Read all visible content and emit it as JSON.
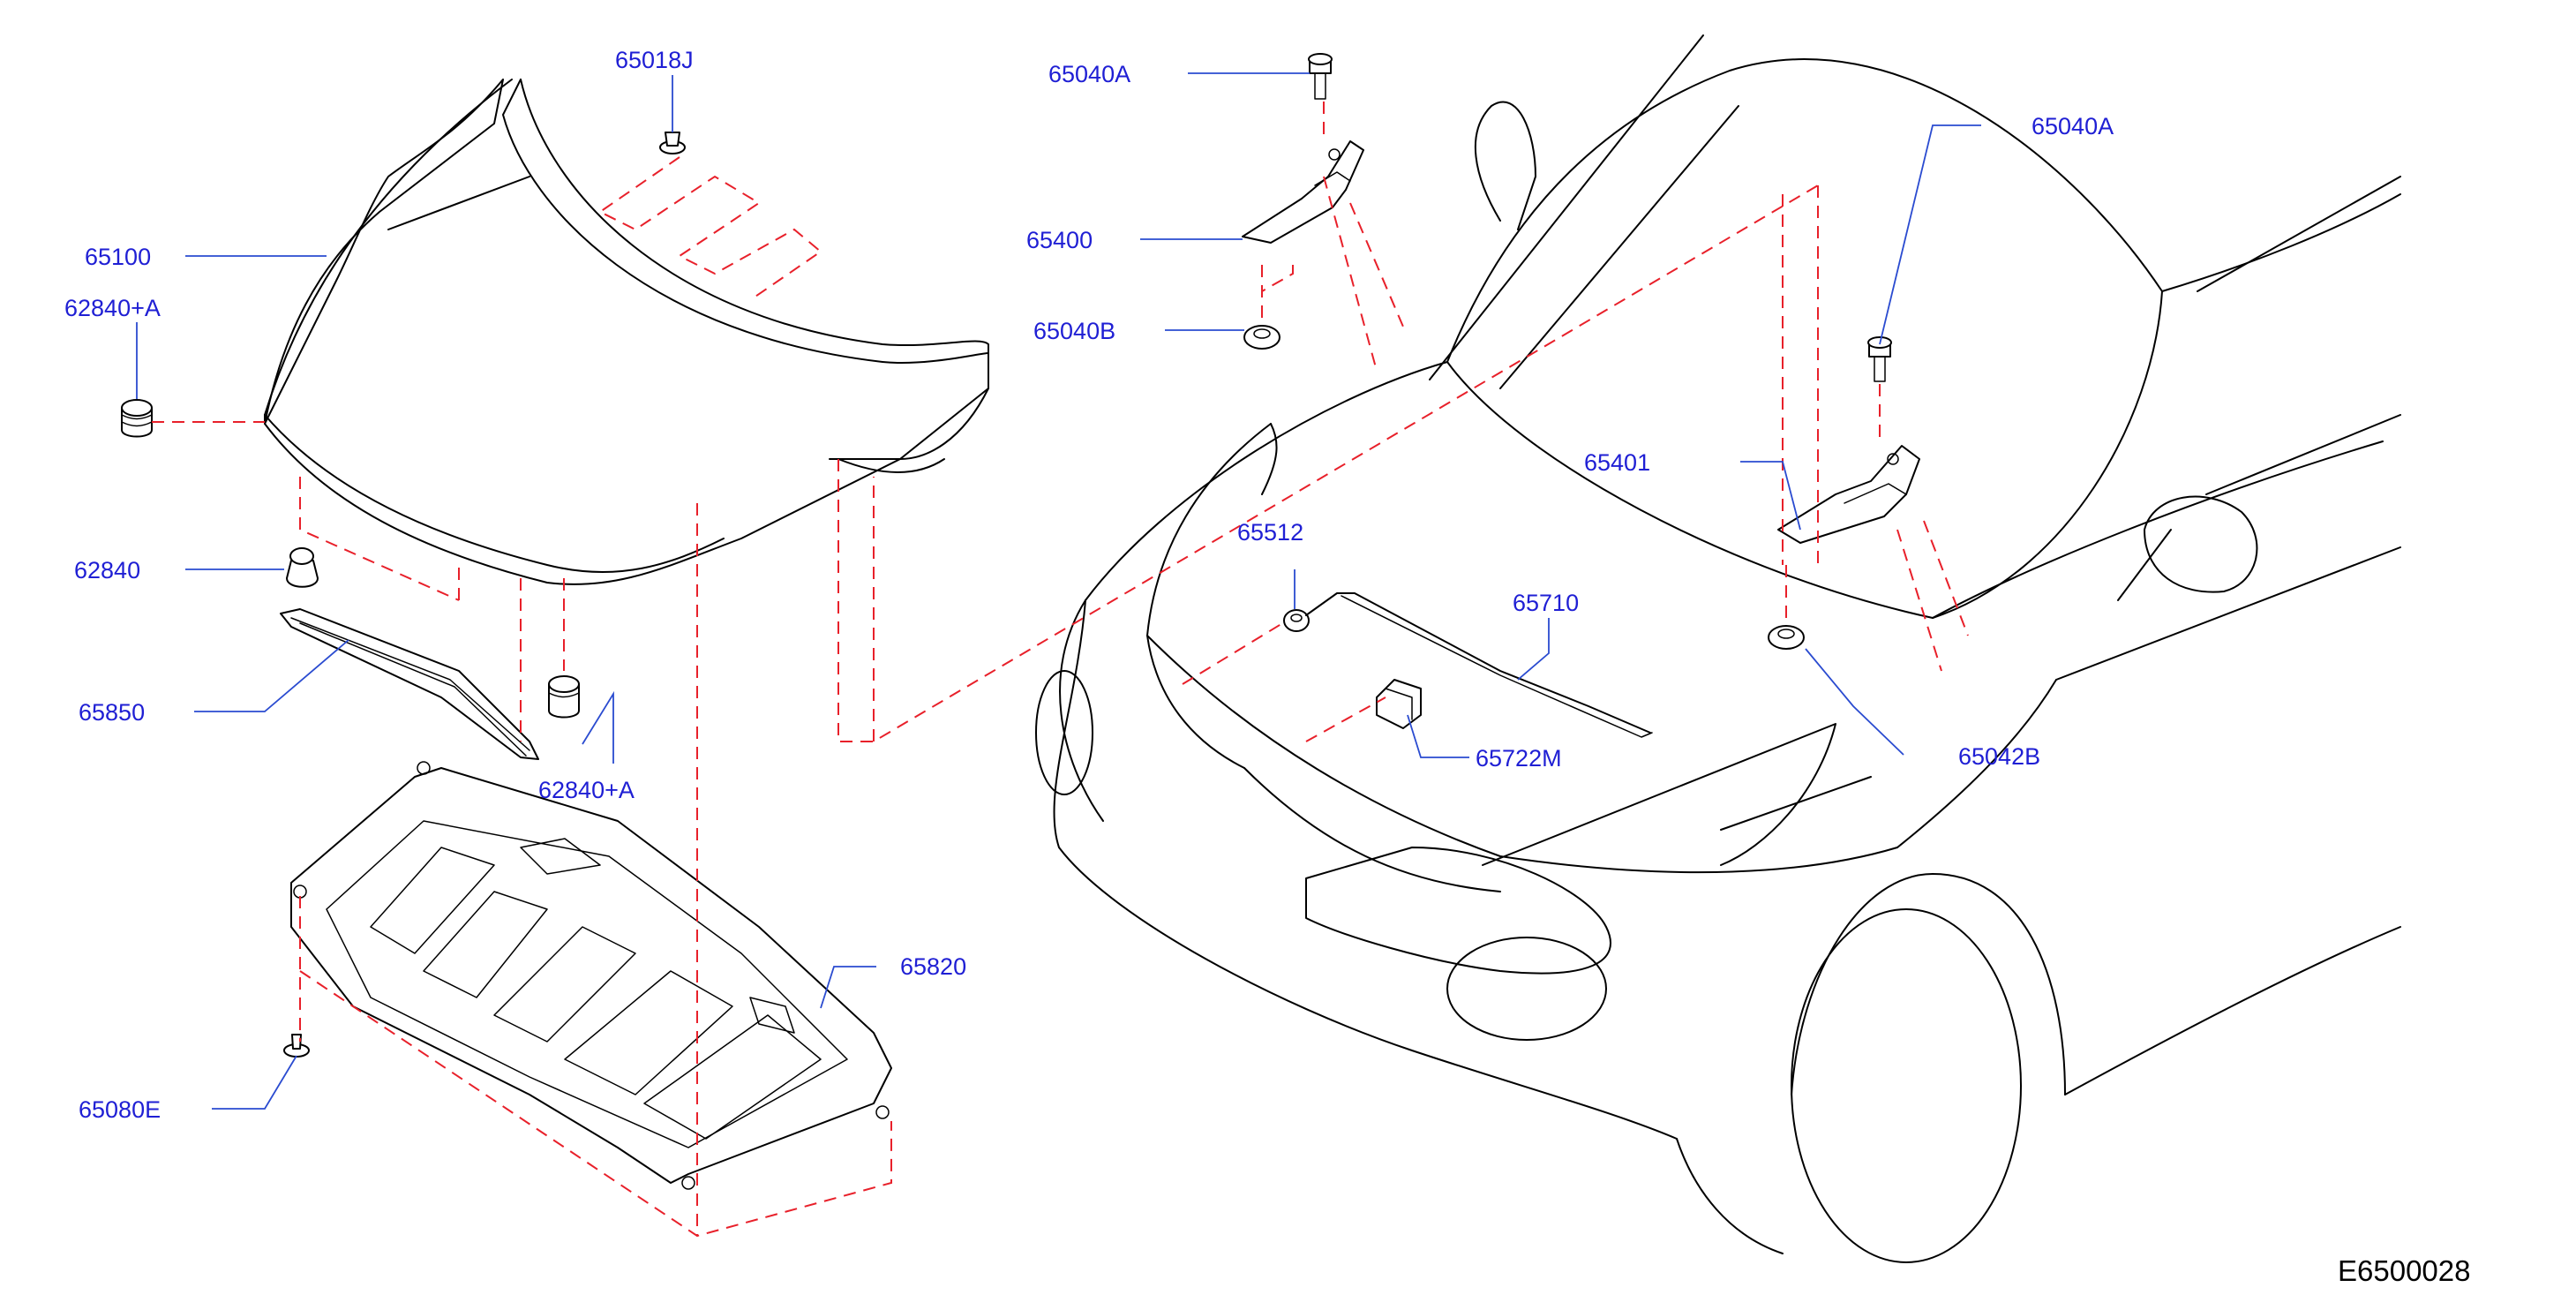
{
  "colors": {
    "label": "#1f1fd4",
    "leader": "#2a4bd0",
    "phantom": "#e8202a",
    "outline": "#000000",
    "code": "#000000"
  },
  "labels": {
    "p65018J": "65018J",
    "p65100": "65100",
    "p62840A_top": "62840+A",
    "p62840": "62840",
    "p65850": "65850",
    "p62840A_bottom": "62840+A",
    "p65820": "65820",
    "p65080E": "65080E",
    "p65040A_left": "65040A",
    "p65400": "65400",
    "p65040B": "65040B",
    "p65512": "65512",
    "p65710": "65710",
    "p65722M": "65722M",
    "p65040A_right": "65040A",
    "p65401": "65401",
    "p65042B": "65042B"
  },
  "diagram_code": "E6500028"
}
